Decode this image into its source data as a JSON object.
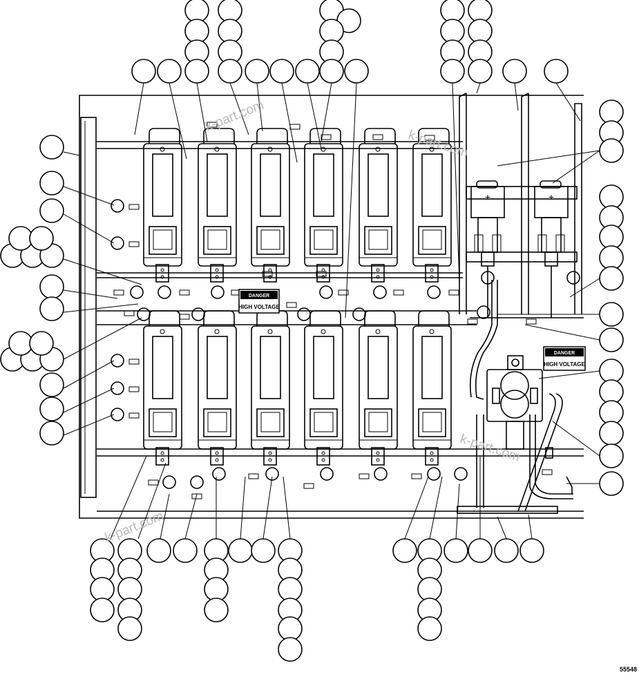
{
  "figure": {
    "number": "55548"
  },
  "watermarks": [
    "k-part.com",
    "k-part.com",
    "k-part.com",
    "k-part.com"
  ],
  "signs": [
    {
      "header": "DANGER",
      "body": "HIGH VOLTAGE"
    },
    {
      "header": "DANGER",
      "body": "HIGH VOLTAGE"
    }
  ],
  "breaker_mark": "+",
  "colors": {
    "line": "#000000",
    "watermark": "#b9b9b9",
    "background": "#ffffff"
  }
}
